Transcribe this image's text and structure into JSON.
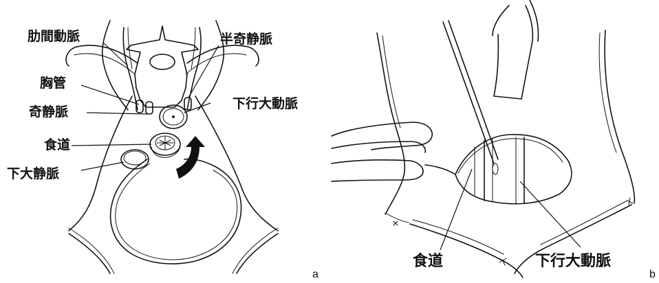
{
  "panel_a": {
    "letter": "a",
    "labels": {
      "intercostal_artery": "肋間動脈",
      "hemiazygos_vein": "半奇静脈",
      "thoracic_duct": "胸管",
      "azygos_vein": "奇静脈",
      "descending_aorta": "下行大動脈",
      "esophagus": "食道",
      "inferior_vena_cava": "下大静脈"
    }
  },
  "panel_b": {
    "letter": "b",
    "labels": {
      "esophagus": "食道",
      "descending_aorta": "下行大動脈"
    }
  },
  "colors": {
    "ink": "#111111",
    "background": "#ffffff"
  }
}
